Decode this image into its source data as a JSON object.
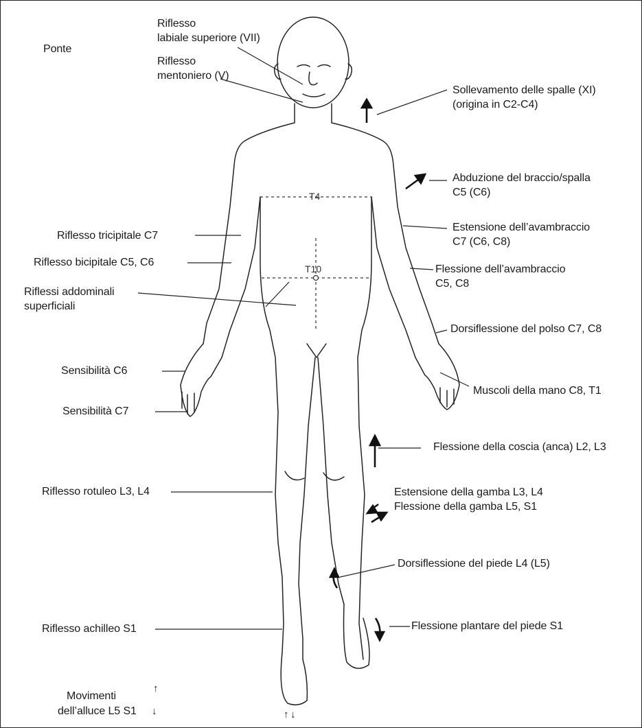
{
  "labels": {
    "ponte": "Ponte",
    "riflesso_labiale_1": "Riflesso",
    "riflesso_labiale_2": "labiale superiore (VII)",
    "riflesso_mentoniero_1": "Riflesso",
    "riflesso_mentoniero_2": "mentoniero (V)",
    "sollevamento_1": "Sollevamento delle spalle (XI)",
    "sollevamento_2": "(origina in C2-C4)",
    "abduzione_1": "Abduzione del braccio/spalla",
    "abduzione_2": "C5 (C6)",
    "estensione_avambraccio_1": "Estensione dell’avambraccio",
    "estensione_avambraccio_2": "C7 (C6, C8)",
    "flessione_avambraccio_1": "Flessione dell’avambraccio",
    "flessione_avambraccio_2": "C5, C8",
    "dorsiflessione_polso": "Dorsiflessione del polso C7, C8",
    "muscoli_mano": "Muscoli della mano C8, T1",
    "flessione_coscia": "Flessione della coscia (anca) L2, L3",
    "estensione_gamba": "Estensione della gamba L3, L4",
    "flessione_gamba": "Flessione della gamba L5, S1",
    "dorsiflessione_piede": "Dorsiflessione del piede L4 (L5)",
    "flessione_plantare": "Flessione plantare del piede S1",
    "riflesso_tricipitale": "Riflesso tricipitale C7",
    "riflesso_bicipitale": "Riflesso bicipitale C5, C6",
    "riflessi_addominali_1": "Riflessi addominali",
    "riflessi_addominali_2": "superficiali",
    "sensibilita_c6": "Sensibilità C6",
    "sensibilita_c7": "Sensibilità C7",
    "riflesso_rotuleo": "Riflesso rotuleo L3, L4",
    "riflesso_achilleo": "Riflesso achilleo S1",
    "movimenti_alluce_1": "Movimenti",
    "movimenti_alluce_2": "dell’alluce L5 S1"
  },
  "segments": {
    "t4": "T4",
    "t10": "T10"
  },
  "icons": {
    "arrow_up": "↑",
    "arrow_down": "↓"
  }
}
